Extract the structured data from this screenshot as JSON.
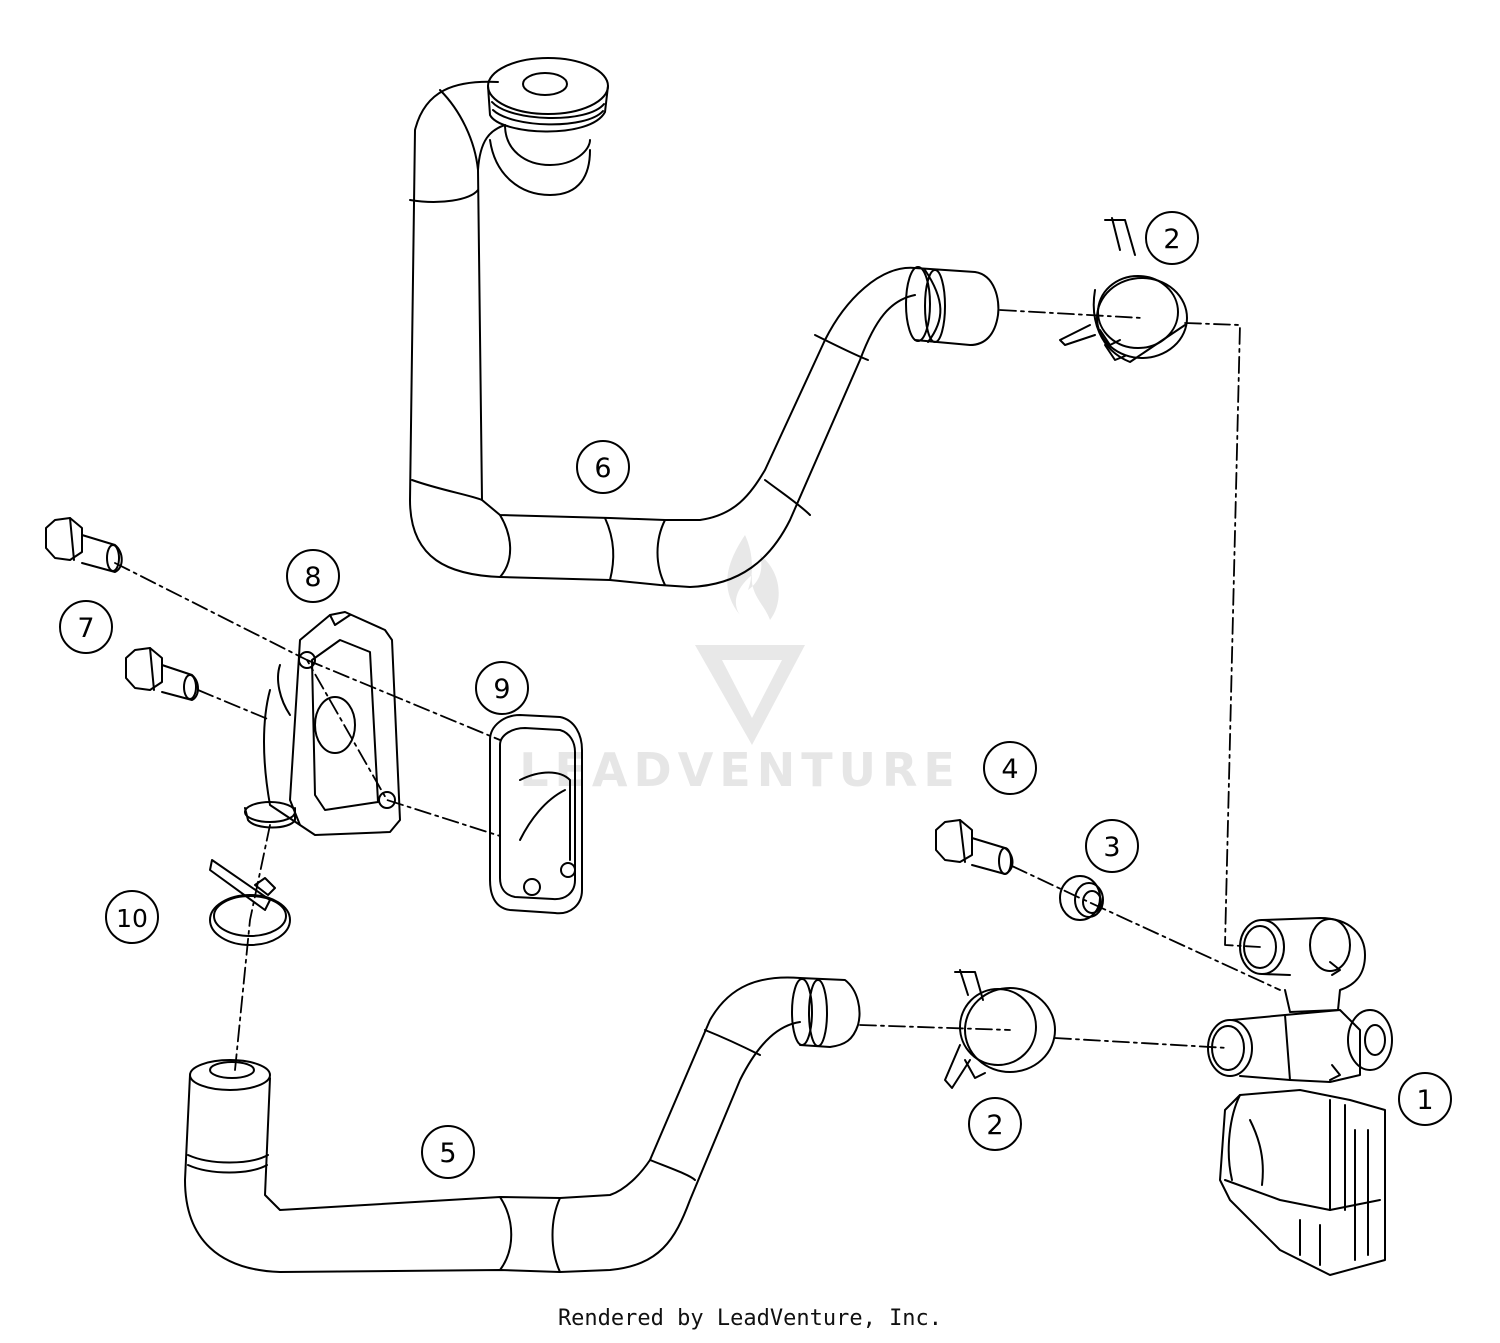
{
  "callouts": [
    {
      "id": "c1",
      "label": "1"
    },
    {
      "id": "c2a",
      "label": "2"
    },
    {
      "id": "c2b",
      "label": "2"
    },
    {
      "id": "c3",
      "label": "3"
    },
    {
      "id": "c4",
      "label": "4"
    },
    {
      "id": "c5",
      "label": "5"
    },
    {
      "id": "c6",
      "label": "6"
    },
    {
      "id": "c7",
      "label": "7"
    },
    {
      "id": "c8",
      "label": "8"
    },
    {
      "id": "c9",
      "label": "9"
    },
    {
      "id": "c10",
      "label": "10"
    }
  ],
  "watermark": "LEADVENTURE",
  "footer": "Rendered by LeadVenture, Inc."
}
